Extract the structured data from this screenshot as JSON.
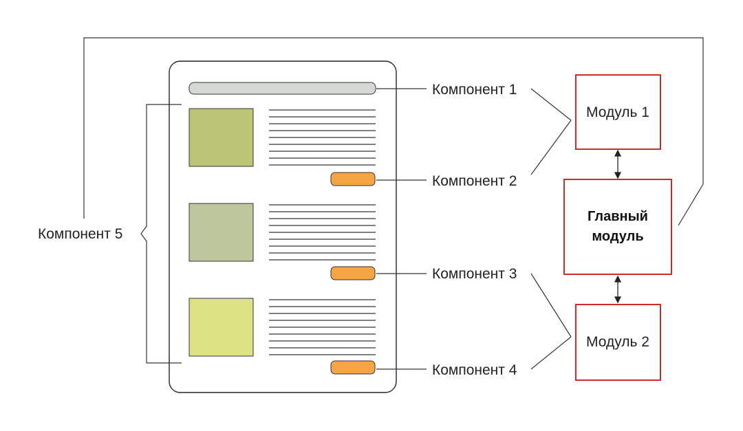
{
  "colors": {
    "header_bar": "#d5d8d5",
    "image_1": "#bcc476",
    "image_2": "#bcc89c",
    "image_3": "#dde384",
    "button": "#f5a545",
    "module_border": "#cc2b2b",
    "line": "#333333"
  },
  "labels": {
    "component_1": "Компонент 1",
    "component_2": "Компонент 2",
    "component_3": "Компонент 3",
    "component_4": "Компонент 4",
    "component_5": "Компонент 5"
  },
  "modules": {
    "module_1": "Модуль 1",
    "main_line_1": "Главный",
    "main_line_2": "модуль",
    "module_2": "Модуль 2"
  }
}
